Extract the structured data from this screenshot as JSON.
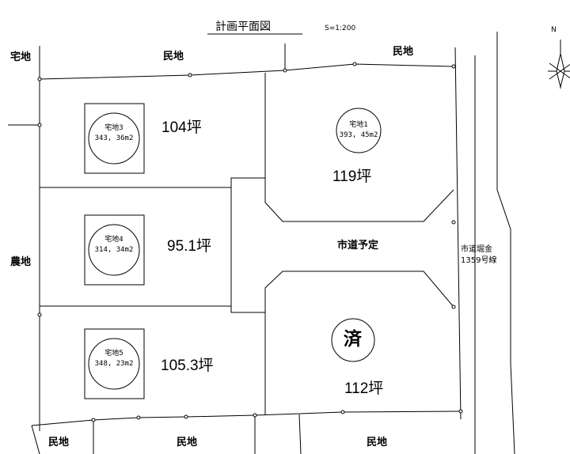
{
  "title": "計画平面図",
  "scale": "S=1:200",
  "neighbors": {
    "top_left": "宅地",
    "top_mid": "民地",
    "top_right": "民地",
    "left": "農地",
    "bottom_left": "民地",
    "bottom_mid": "民地",
    "bottom_right": "民地"
  },
  "road_planned": "市道予定",
  "road_existing": [
    "市道堀金",
    "1359号線"
  ],
  "lots": [
    {
      "name": "宅地3",
      "area_m2": "343, 36m2",
      "tsubo": "104坪"
    },
    {
      "name": "宅地4",
      "area_m2": "314, 34m2",
      "tsubo": "95.1坪"
    },
    {
      "name": "宅地5",
      "area_m2": "348, 23m2",
      "tsubo": "105.3坪"
    },
    {
      "name": "宅地1",
      "area_m2": "393, 45m2",
      "tsubo": "119坪"
    },
    {
      "name": "",
      "area_m2": "",
      "tsubo": "112坪",
      "status": "済"
    }
  ],
  "compass": "N"
}
